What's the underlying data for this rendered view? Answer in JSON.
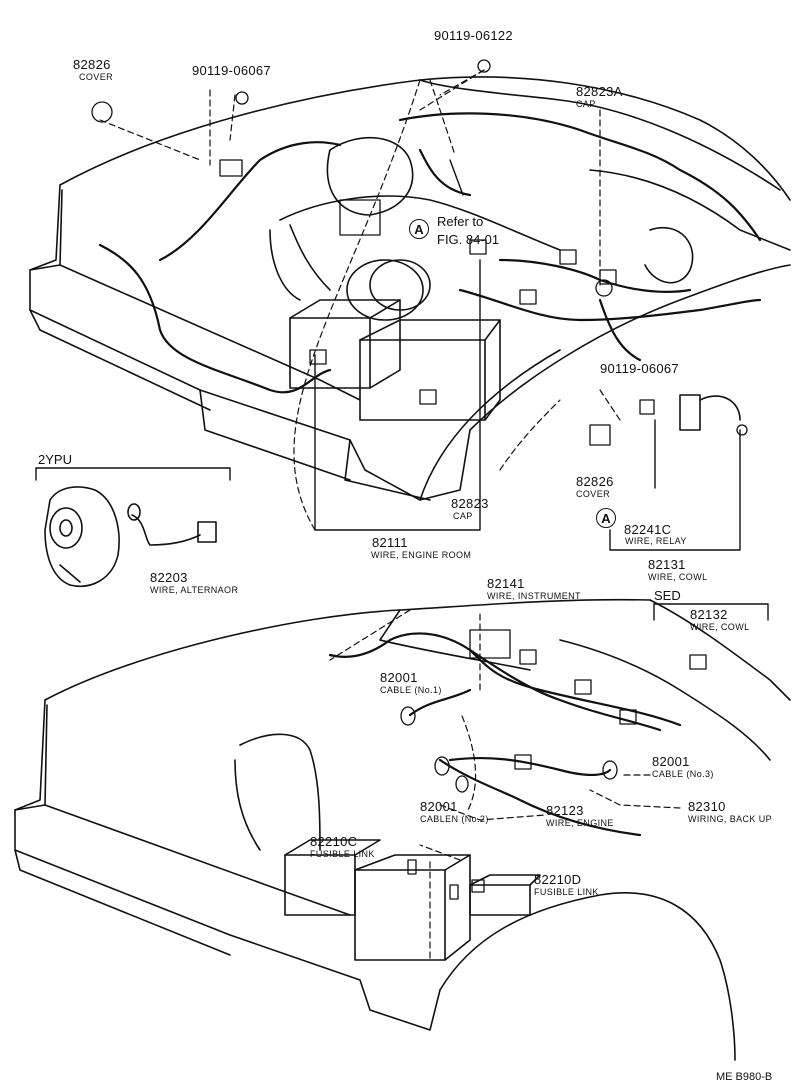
{
  "callouts": [
    {
      "id": "c1",
      "part": "82826",
      "desc": "COVER"
    },
    {
      "id": "c2",
      "part": "90119-06067",
      "desc": ""
    },
    {
      "id": "c3",
      "part": "90119-06122",
      "desc": ""
    },
    {
      "id": "c4",
      "part": "82823A",
      "desc": "CAP"
    },
    {
      "id": "c5",
      "part": "90119-06067",
      "desc": ""
    },
    {
      "id": "c6",
      "part": "82826",
      "desc": "COVER"
    },
    {
      "id": "c7",
      "part": "82823",
      "desc": "CAP"
    },
    {
      "id": "c8",
      "part": "82241C",
      "desc": "WIRE, RELAY"
    },
    {
      "id": "c9",
      "part": "82111",
      "desc": "WIRE, ENGINE ROOM"
    },
    {
      "id": "c10",
      "part": "82131",
      "desc": "WIRE, COWL"
    },
    {
      "id": "c11",
      "part": "82203",
      "desc": "WIRE, ALTERNAOR"
    },
    {
      "id": "c12",
      "part": "82141",
      "desc": "WIRE, INSTRUMENT"
    },
    {
      "id": "c13",
      "part": "82132",
      "desc": "WIRE, COWL"
    },
    {
      "id": "c14",
      "part": "82001",
      "desc": "CABLE (No.1)"
    },
    {
      "id": "c15",
      "part": "82001",
      "desc": "CABLE (No.3)"
    },
    {
      "id": "c16",
      "part": "82001",
      "desc": "CABLEN (No.2)"
    },
    {
      "id": "c17",
      "part": "82123",
      "desc": "WIRE, ENGINE"
    },
    {
      "id": "c18",
      "part": "82310",
      "desc": "WIRING, BACK UP"
    },
    {
      "id": "c19",
      "part": "82210C",
      "desc": "FUSIBLE LINK"
    },
    {
      "id": "c20",
      "part": "82210D",
      "desc": "FUSIBLE LINK"
    }
  ],
  "refer": {
    "marker": "A",
    "line1": "Refer to",
    "line2": "FIG. 84-01"
  },
  "marker_a2": "A",
  "groups": {
    "ypu": "2YPU",
    "sed": "SED"
  },
  "figure_code": "ME B980-B"
}
